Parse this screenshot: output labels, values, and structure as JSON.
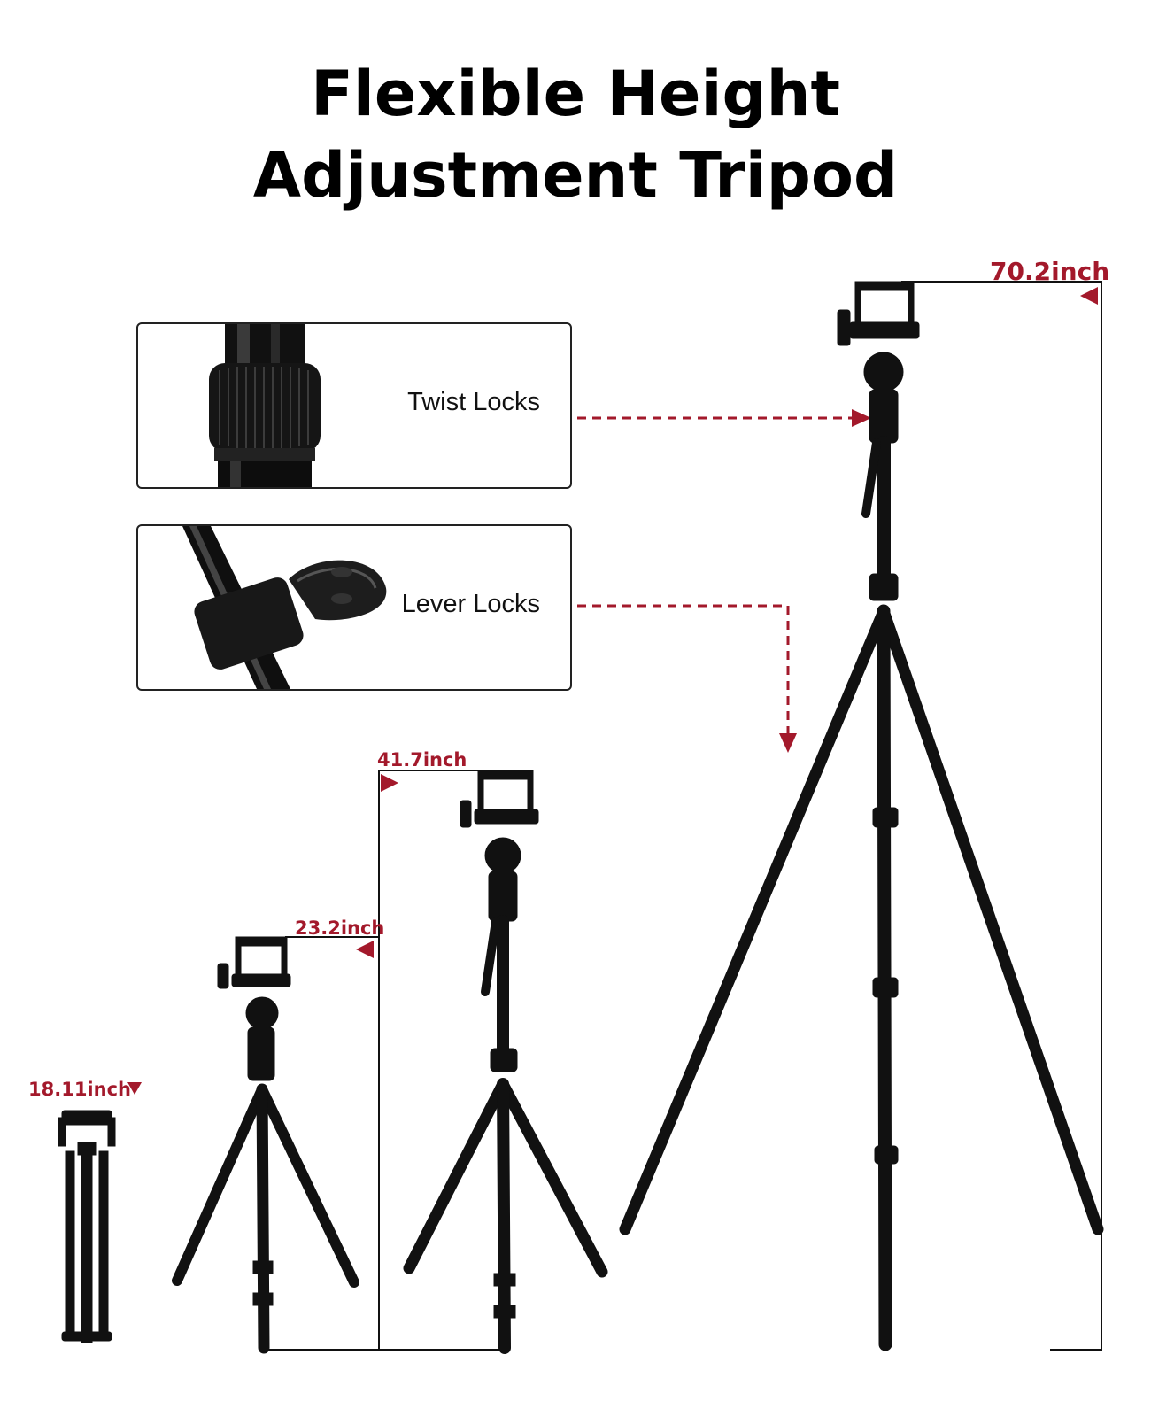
{
  "title": {
    "line1": "Flexible Height",
    "line2": "Adjustment Tripod"
  },
  "callouts": [
    {
      "label": "Twist Locks"
    },
    {
      "label": "Lever Locks"
    }
  ],
  "measurements": [
    {
      "label": "70.2inch"
    },
    {
      "label": "41.7inch"
    },
    {
      "label": "23.2inch"
    },
    {
      "label": "18.11inch"
    }
  ],
  "colors": {
    "accent": "#a3192b",
    "ink": "#111111",
    "background": "#ffffff"
  }
}
